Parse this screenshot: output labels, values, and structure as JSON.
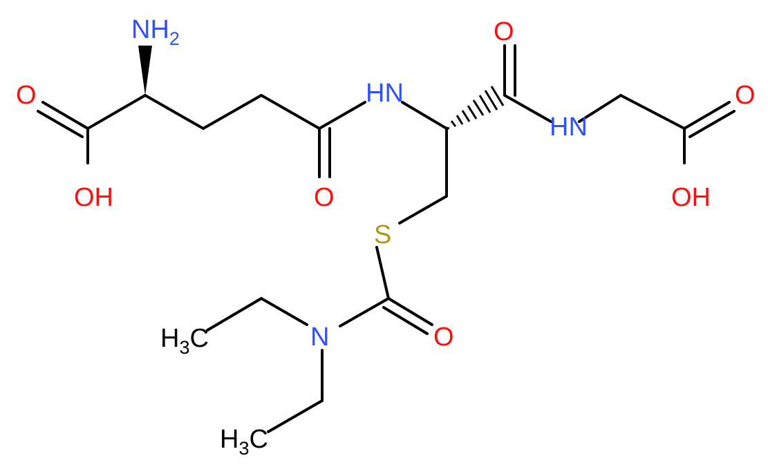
{
  "colors": {
    "bond": "#000000",
    "oxygen": "#ff0d0d",
    "nitrogen": "#3050f8",
    "sulfur": "#b2961a",
    "carbon": "#000000"
  },
  "atoms": {
    "o_acid_left": "O",
    "oh_acid_left": "OH",
    "nh2_main": "NH",
    "nh2_sub": "2",
    "nh_amide_1": "HN",
    "o_amide_1": "O",
    "nh_amide_2": "HN",
    "o_amide_2": "O",
    "o_acid_right": "O",
    "oh_acid_right": "OH",
    "s_thio": "S",
    "o_carbamoyl": "O",
    "n_carbamoyl": "N",
    "ch3_upper_main": "H",
    "ch3_upper_sub": "3",
    "ch3_upper_c": "C",
    "ch3_lower_main": "H",
    "ch3_lower_sub": "3",
    "ch3_lower_c": "C"
  }
}
